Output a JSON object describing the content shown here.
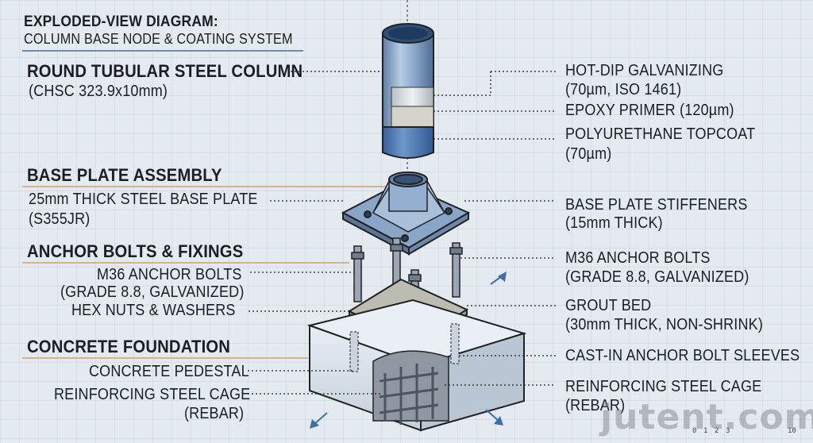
{
  "title": "EXPLODED-VIEW DIAGRAM:",
  "subtitle": "COLUMN BASE NODE & COATING SYSTEM",
  "left": {
    "column": {
      "line1": "ROUND TUBULAR STEEL COLUMN",
      "line2": "(CHSC 323.9x10mm)"
    },
    "base_heading": "BASE PLATE ASSEMBLY",
    "base_plate": {
      "line1": "25mm THICK STEEL BASE PLATE",
      "line2": "(S355JR)"
    },
    "anchor_heading": "ANCHOR BOLTS & FIXINGS",
    "m36": {
      "line1": "M36 ANCHOR BOLTS",
      "line2": "(GRADE 8.8, GALVANIZED)"
    },
    "hex": "HEX NUTS & WASHERS",
    "foundation_heading": "CONCRETE FOUNDATION",
    "pedestal": "CONCRETE PEDESTAL",
    "cage": {
      "line1": "REINFORCING STEEL CAGE",
      "line2": "(REBAR)"
    }
  },
  "right": {
    "galv": {
      "line1": "HOT-DIP GALVANIZING",
      "line2": "(70µm, ISO 1461)"
    },
    "epoxy": "EPOXY PRIMER (120µm)",
    "topcoat": {
      "line1": "POLYURETHANE TOPCOAT",
      "line2": "(70µm)"
    },
    "stiffeners": {
      "line1": "BASE PLATE STIFFENERS",
      "line2": "(15mm THICK)"
    },
    "m36": {
      "line1": "M36 ANCHOR BOLTS",
      "line2": "(GRADE 8.8, GALVANIZED)"
    },
    "grout": {
      "line1": "GROUT BED",
      "line2": "(30mm THICK, NON-SHRINK)"
    },
    "sleeves": "CAST-IN ANCHOR BOLT SLEEVES",
    "cage": {
      "line1": "REINFORCING STEEL CAGE",
      "line2": "(REBAR)"
    }
  },
  "scale_ticks": [
    "0",
    "1",
    "2",
    "3",
    "10"
  ],
  "watermark": "jutent.com",
  "colors": {
    "accent": "#c9833d",
    "steel": "#7f9fc4",
    "concrete": "#d7e0e8",
    "grout": "#bdbcb2"
  }
}
